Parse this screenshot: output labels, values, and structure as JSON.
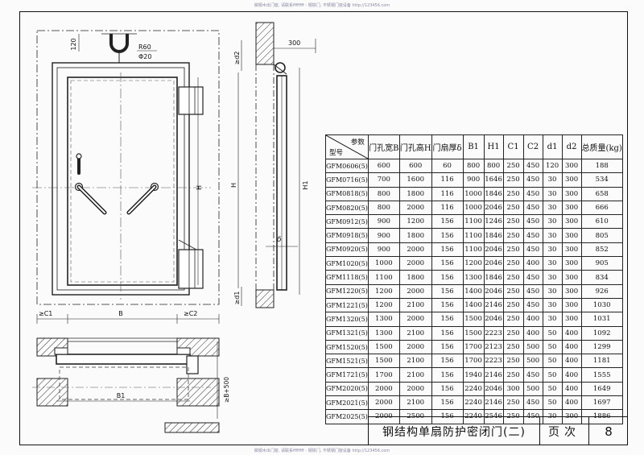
{
  "watermark": {
    "top": "做钢木出门窗, 请联系ffffffff - 钢铁门, 不锈钢门窗设备 http://123456.com",
    "bottom": "做钢木出门窗, 请联系ffffffff - 钢铁门, 不锈钢门窗设备 http://123456.com"
  },
  "drawing_labels": {
    "dim_120": "120",
    "r60": "R60",
    "phi20": "Φ20",
    "dim_300": "300",
    "d2": "≥d2",
    "d1": "≥d1",
    "H": "H",
    "H1": "H1",
    "delta": "δ",
    "C1": "≥C1",
    "C2": "≥C2",
    "B": "B",
    "B1": "B1",
    "B500": "≥B+500"
  },
  "table": {
    "corner_top": "参数",
    "corner_bottom": "型号",
    "headers": [
      "门孔宽B",
      "门孔高H",
      "门扇厚δ",
      "B1",
      "H1",
      "C1",
      "C2",
      "d1",
      "d2",
      "总质量(kg)"
    ],
    "rows": [
      [
        "GFM0606(5)",
        "600",
        "600",
        "60",
        "800",
        "800",
        "250",
        "450",
        "120",
        "300",
        "188"
      ],
      [
        "GFM0716(5)",
        "700",
        "1600",
        "116",
        "900",
        "1646",
        "250",
        "450",
        "30",
        "300",
        "534"
      ],
      [
        "GFM0818(5)",
        "800",
        "1800",
        "116",
        "1000",
        "1846",
        "250",
        "450",
        "30",
        "300",
        "658"
      ],
      [
        "GFM0820(5)",
        "800",
        "2000",
        "116",
        "1000",
        "2046",
        "250",
        "450",
        "30",
        "300",
        "666"
      ],
      [
        "GFM0912(5)",
        "900",
        "1200",
        "156",
        "1100",
        "1246",
        "250",
        "450",
        "30",
        "300",
        "610"
      ],
      [
        "GFM0918(5)",
        "900",
        "1800",
        "156",
        "1100",
        "1846",
        "250",
        "450",
        "30",
        "300",
        "805"
      ],
      [
        "GFM0920(5)",
        "900",
        "2000",
        "156",
        "1100",
        "2046",
        "250",
        "450",
        "30",
        "300",
        "852"
      ],
      [
        "GFM1020(5)",
        "1000",
        "2000",
        "156",
        "1200",
        "2046",
        "250",
        "400",
        "30",
        "300",
        "905"
      ],
      [
        "GFM1118(5)",
        "1100",
        "1800",
        "156",
        "1300",
        "1846",
        "250",
        "450",
        "30",
        "300",
        "834"
      ],
      [
        "GFM1220(5)",
        "1200",
        "2000",
        "156",
        "1400",
        "2046",
        "250",
        "450",
        "30",
        "300",
        "926"
      ],
      [
        "GFM1221(5)",
        "1200",
        "2100",
        "156",
        "1400",
        "2146",
        "250",
        "450",
        "30",
        "300",
        "1030"
      ],
      [
        "GFM1320(5)",
        "1300",
        "2000",
        "156",
        "1500",
        "2046",
        "250",
        "400",
        "30",
        "300",
        "1031"
      ],
      [
        "GFM1321(5)",
        "1300",
        "2100",
        "156",
        "1500",
        "2223",
        "250",
        "400",
        "50",
        "400",
        "1092"
      ],
      [
        "GFM1520(5)",
        "1500",
        "2000",
        "156",
        "1700",
        "2123",
        "250",
        "500",
        "50",
        "400",
        "1299"
      ],
      [
        "GFM1521(5)",
        "1500",
        "2100",
        "156",
        "1700",
        "2223",
        "250",
        "500",
        "50",
        "400",
        "1181"
      ],
      [
        "GFM1721(5)",
        "1700",
        "2100",
        "156",
        "1940",
        "2146",
        "250",
        "450",
        "50",
        "400",
        "1555"
      ],
      [
        "GFM2020(5)",
        "2000",
        "2000",
        "156",
        "2240",
        "2046",
        "300",
        "500",
        "50",
        "400",
        "1649"
      ],
      [
        "GFM2021(5)",
        "2000",
        "2100",
        "156",
        "2240",
        "2146",
        "250",
        "450",
        "50",
        "400",
        "1697"
      ],
      [
        "GFM2025(5)",
        "2000",
        "2500",
        "156",
        "2240",
        "2546",
        "250",
        "450",
        "30",
        "300",
        "1886"
      ]
    ]
  },
  "title_block": {
    "title": "钢结构单扇防护密闭门(二)",
    "page_label": "页次",
    "page_number": "8"
  }
}
